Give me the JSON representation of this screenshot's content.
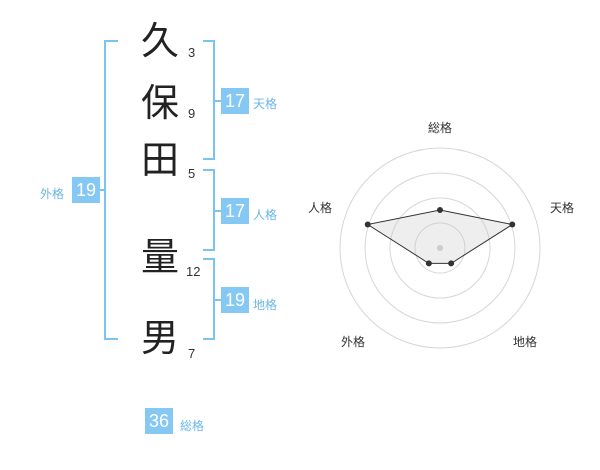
{
  "colors": {
    "accent": "#7cc3f0",
    "box": "#85c8f4",
    "label": "#6bb6e8"
  },
  "name": {
    "chars": [
      {
        "char": "久",
        "strokes": "3"
      },
      {
        "char": "保",
        "strokes": "9"
      },
      {
        "char": "田",
        "strokes": "5"
      },
      {
        "char": "量",
        "strokes": "12"
      },
      {
        "char": "男",
        "strokes": "7"
      }
    ]
  },
  "fortune": {
    "tenkaku": {
      "value": "17",
      "label": "天格"
    },
    "jinkaku": {
      "value": "17",
      "label": "人格"
    },
    "chikaku": {
      "value": "19",
      "label": "地格"
    },
    "gaikaku": {
      "value": "19",
      "label": "外格"
    },
    "soukaku": {
      "value": "36",
      "label": "総格"
    }
  },
  "radar": {
    "axes": [
      "総格",
      "天格",
      "地格",
      "外格",
      "人格"
    ],
    "levels": 4,
    "values": [
      2,
      4,
      1,
      1,
      4
    ],
    "max": 4
  }
}
